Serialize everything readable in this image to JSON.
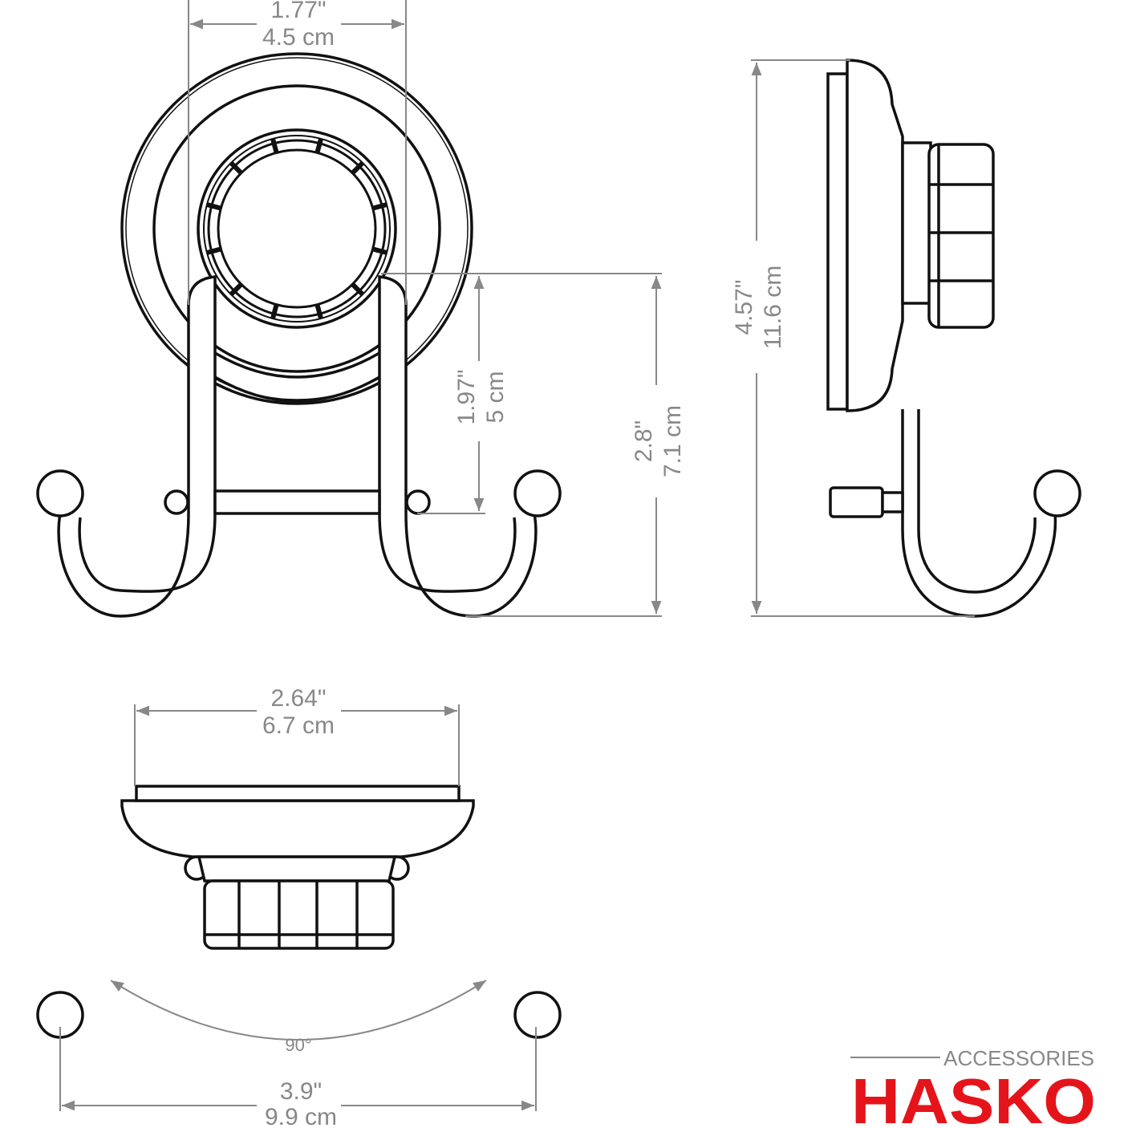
{
  "dimensions": {
    "knob_width": {
      "in": "1.77\"",
      "cm": "4.5 cm"
    },
    "hook_drop": {
      "in": "1.97\"",
      "cm": "5 cm"
    },
    "hook_height": {
      "in": "2.8\"",
      "cm": "7.1 cm"
    },
    "total_height": {
      "in": "4.57\"",
      "cm": "11.6 cm"
    },
    "plate_width": {
      "in": "2.64\"",
      "cm": "6.7 cm"
    },
    "angle": "90°",
    "total_width": {
      "in": "3.9\"",
      "cm": "9.9 cm"
    }
  },
  "brand": {
    "tagline": "ACCESSORIES",
    "name": "HASKO",
    "color": "#e5141b"
  }
}
